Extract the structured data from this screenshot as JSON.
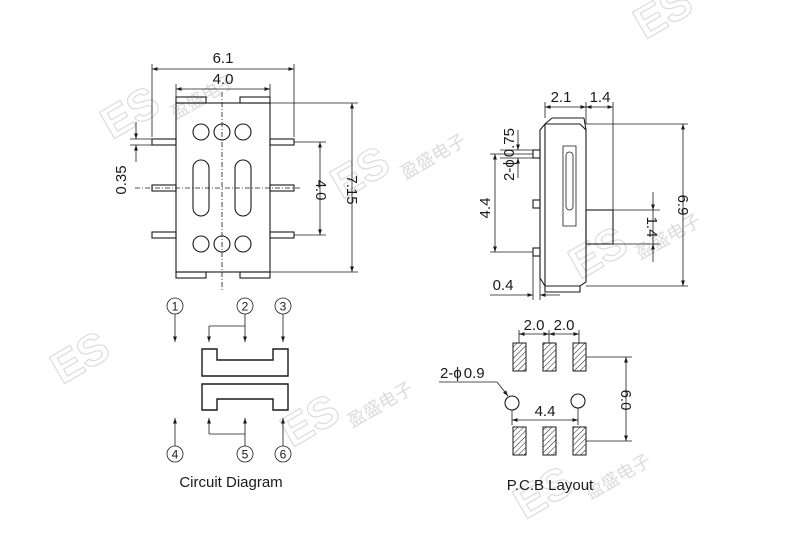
{
  "watermark": {
    "logo": "ES",
    "chinese": "盈盛电子"
  },
  "top_view": {
    "dim_width_outer": "6.1",
    "dim_width_inner": "4.0",
    "dim_pin_width": "0.35",
    "dim_height_inner": "4.0",
    "dim_height_outer": "7.15"
  },
  "side_view": {
    "dim_holes": "2-",
    "dim_holes_phi": "ϕ",
    "dim_holes_size": "0.75",
    "dim_body": "2.1",
    "dim_actuator": "1.4",
    "dim_pin_pitch": "4.4",
    "dim_actuator_height": "1.4",
    "dim_total_height": "6.9",
    "dim_pin_length": "0.4"
  },
  "circuit": {
    "caption": "Circuit Diagram",
    "pins": [
      "1",
      "2",
      "3",
      "4",
      "5",
      "6"
    ]
  },
  "pcb": {
    "caption": "P.C.B Layout",
    "dim_pitch_a": "2.0",
    "dim_pitch_b": "2.0",
    "dim_hole_label_prefix": "2-",
    "dim_hole_label_phi": "ϕ",
    "dim_hole_label_size": "0.9",
    "dim_hole_spacing": "4.4",
    "dim_row_spacing": "6.0"
  }
}
